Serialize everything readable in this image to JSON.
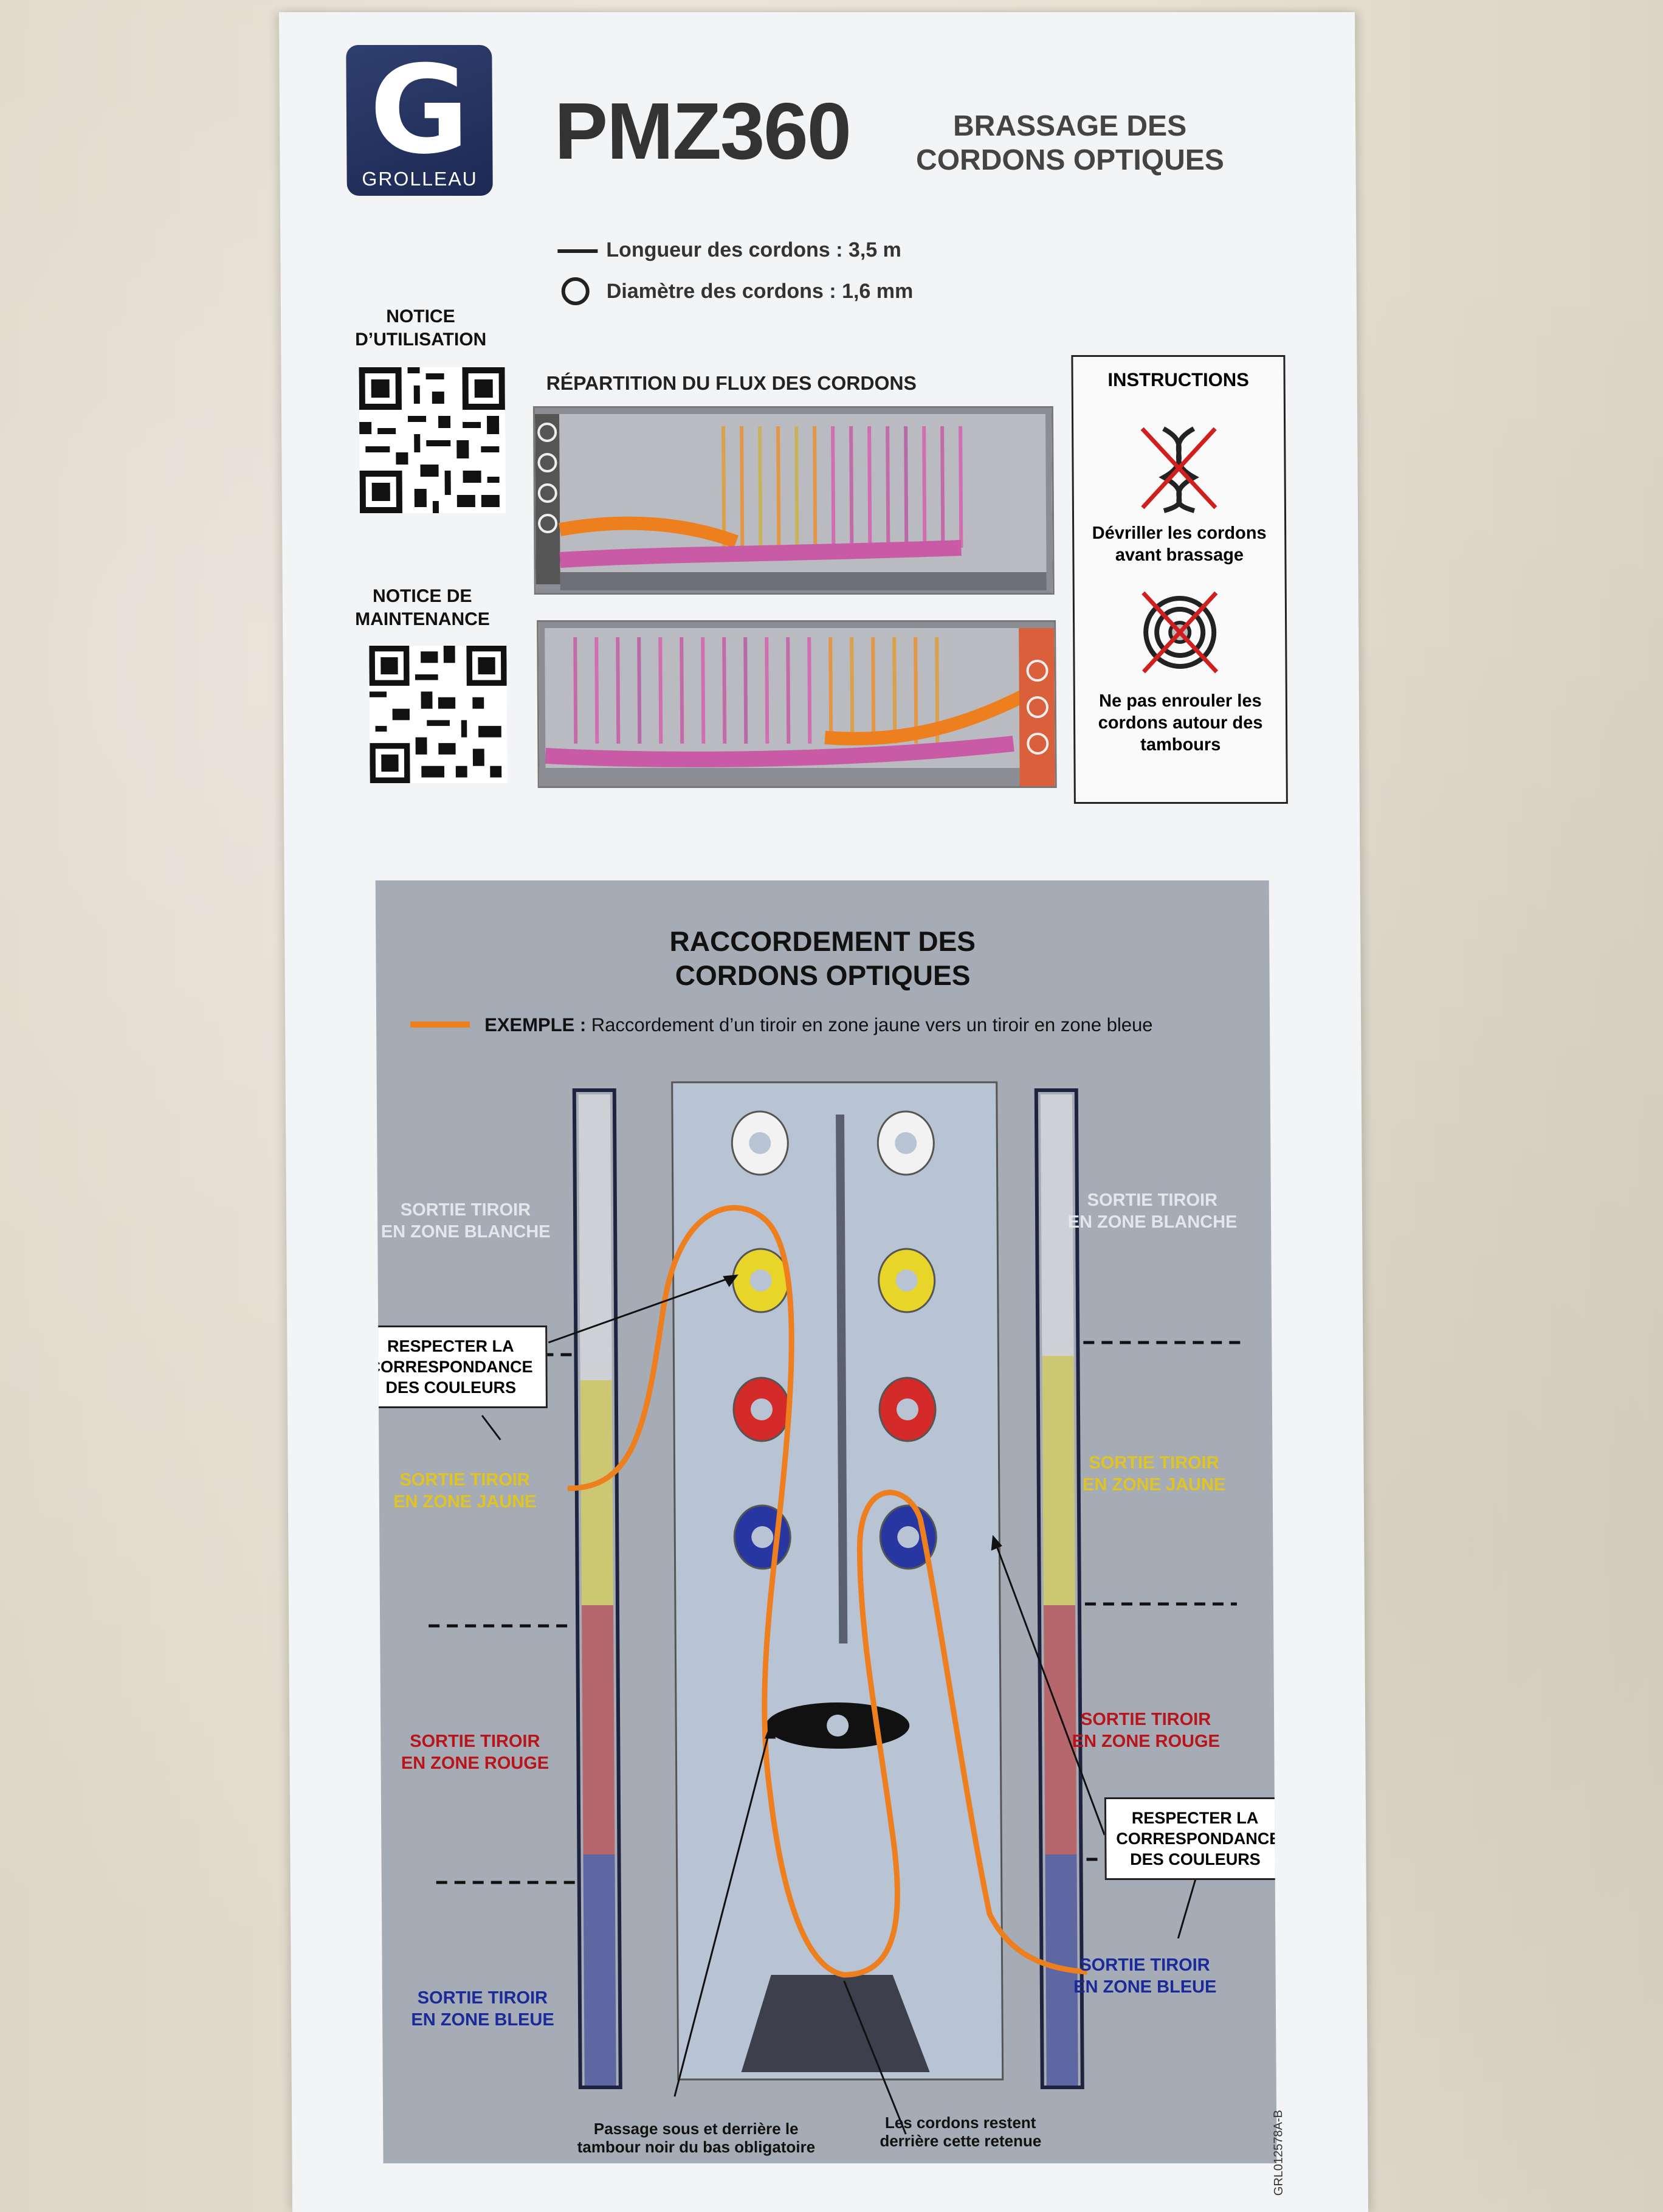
{
  "brand": "GROLLEAU",
  "brand_letter": "G",
  "model": "PMZ360",
  "title": [
    "BRASSAGE DES",
    "CORDONS OPTIQUES"
  ],
  "specs": {
    "length": "Longueur des cordons : 3,5 m",
    "diameter": "Diamètre des cordons : 1,6 mm"
  },
  "notice_use": [
    "NOTICE",
    "D’UTILISATION"
  ],
  "notice_maint": [
    "NOTICE DE",
    "MAINTENANCE"
  ],
  "flow_heading": "RÉPARTITION DU FLUX DES CORDONS",
  "instructions": {
    "heading": "INSTRUCTIONS",
    "item1": [
      "Dévriller les cordons",
      "avant brassage"
    ],
    "item2": [
      "Ne pas enrouler les",
      "cordons autour des",
      "tambours"
    ]
  },
  "diagram": {
    "title": [
      "RACCORDEMENT DES",
      "CORDONS OPTIQUES"
    ],
    "example_label": "EXEMPLE :",
    "example_text": "Raccordement d’un tiroir en zone jaune vers un tiroir en zone bleue",
    "zones": {
      "white": [
        "SORTIE TIROIR",
        "EN ZONE BLANCHE"
      ],
      "yellow": [
        "SORTIE TIROIR",
        "EN ZONE JAUNE"
      ],
      "red": [
        "SORTIE TIROIR",
        "EN ZONE ROUGE"
      ],
      "blue": [
        "SORTIE TIROIR",
        "EN ZONE BLEUE"
      ]
    },
    "callout": [
      "RESPECTER LA",
      "CORRESPONDANCE",
      "DES COULEURS"
    ],
    "note_left": [
      "Passage sous et derrière le",
      "tambour noir du bas obligatoire"
    ],
    "note_right": [
      "Les cordons restent",
      "derrière cette retenue"
    ]
  },
  "reference": "GRL012578A-B",
  "colors": {
    "orange": "#ee7f1f",
    "white_zone": "#f0f0f0",
    "yellow_zone": "#d9c21f",
    "red_zone": "#c41e1e",
    "blue_zone": "#1f2a8c",
    "logo": "#1f2b57"
  },
  "icons": [
    "no-twist-icon",
    "no-coil-icon",
    "line-length-icon",
    "circle-diameter-icon"
  ]
}
